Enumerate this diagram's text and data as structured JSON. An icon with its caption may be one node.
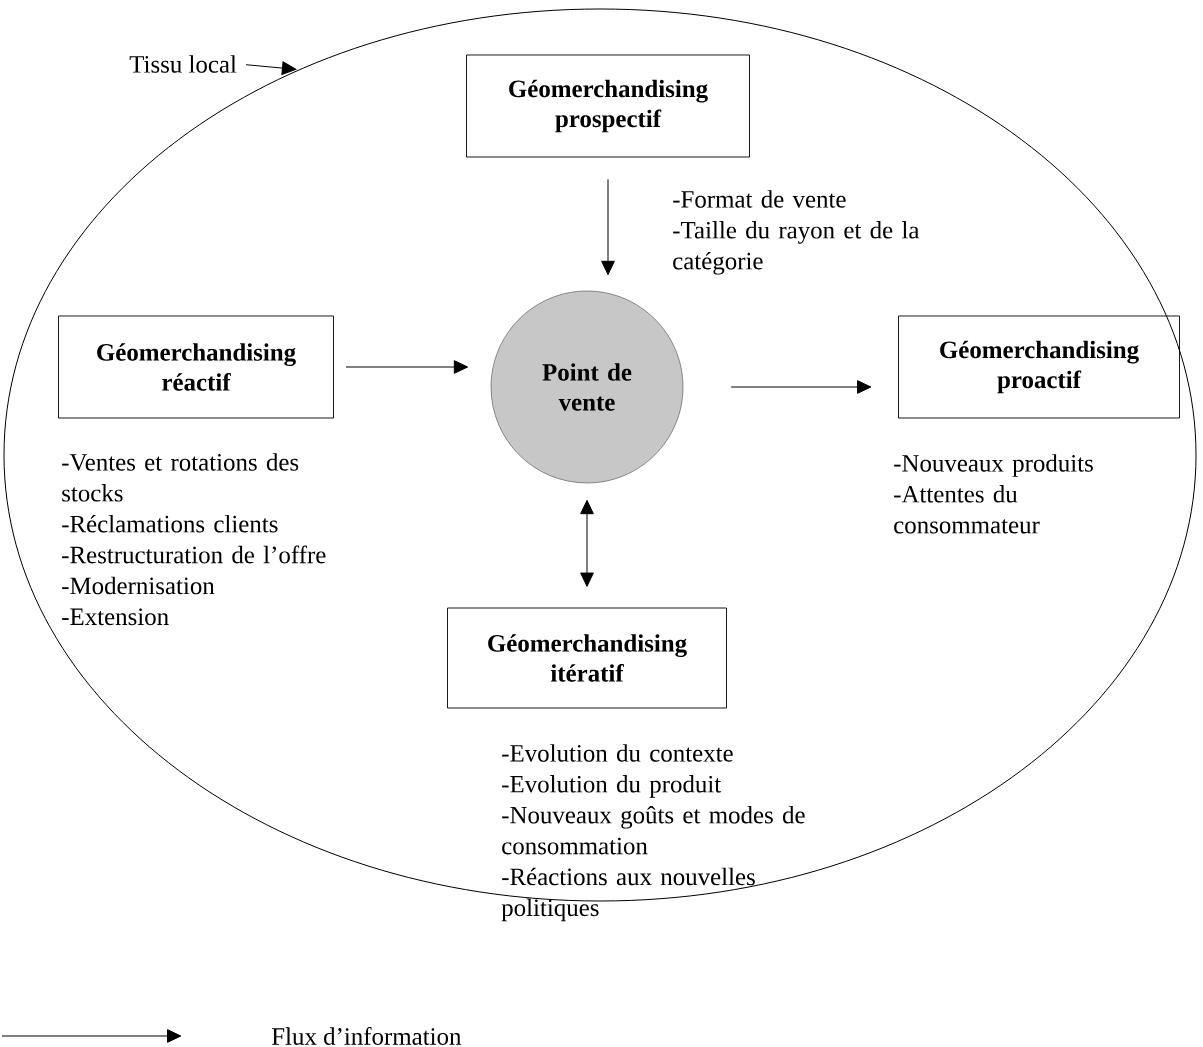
{
  "diagram": {
    "nodes": [
      {
        "text": [
          "Tissu local"
        ]
      },
      {
        "text": [],
        "shape": "ellipse"
      },
      {
        "text": [
          "Géomerchandising prospectif"
        ],
        "in": 1,
        "beside": [
          "-Format de vente",
          "-Taille du rayon et de la catégorie"
        ]
      },
      {
        "text": [
          "Géomerchandising réactif"
        ],
        "in": 1,
        "beside": [
          "-Ventes et rotations des stocks",
          "-Réclamations clients",
          "-Restructuration de l’offre",
          "-Modernisation",
          "-Extension"
        ]
      },
      {
        "text": [
          "Point de vente"
        ],
        "in": 1
      },
      {
        "text": [
          "Géomerchandising proactif"
        ],
        "in": 1,
        "beside": [
          "-Nouveaux produits",
          "-Attentes du consommateur"
        ]
      },
      {
        "text": [
          "Géomerchandising itératif"
        ],
        "in": 1,
        "beside": [
          "-Evolution du contexte",
          "-Evolution du produit",
          "-Nouveaux goûts et modes de consommation",
          "-Réactions aux nouvelles politiques"
        ]
      }
    ],
    "edges": [
      {
        "from": 0,
        "to": 1,
        "arrow": "to"
      },
      {
        "from": 2,
        "to": 4,
        "arrow": "to"
      },
      {
        "from": 3,
        "to": 4,
        "arrow": "to"
      },
      {
        "from": 4,
        "to": 5,
        "arrow": "to"
      },
      {
        "from": 4,
        "to": 6,
        "arrow": "both"
      }
    ],
    "legend": [
      {
        "text": "Flux d’information"
      }
    ]
  }
}
